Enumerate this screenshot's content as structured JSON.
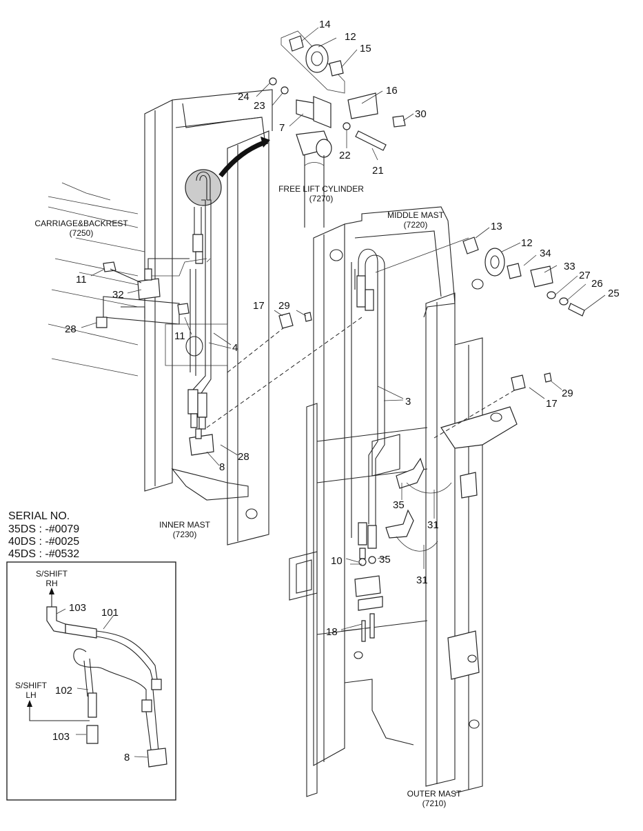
{
  "section_labels": {
    "free_lift_cylinder": "FREE LIFT CYLINDER",
    "free_lift_cylinder_code": "(7270)",
    "carriage_backrest": "CARRIAGE&BACKREST",
    "carriage_backrest_code": "(7250)",
    "middle_mast": "MIDDLE MAST",
    "middle_mast_code": "(7220)",
    "inner_mast": "INNER MAST",
    "inner_mast_code": "(7230)",
    "outer_mast": "OUTER MAST",
    "outer_mast_code": "(7210)"
  },
  "serial": {
    "title": "SERIAL NO.",
    "lines": [
      "35DS : -#0079",
      "40DS : -#0025",
      "45DS : -#0532"
    ]
  },
  "inset": {
    "rh_line1": "S/SHIFT",
    "rh_line2": "RH",
    "lh_line1": "S/SHIFT",
    "lh_line2": "LH"
  },
  "callouts": {
    "c14": "14",
    "c12a": "12",
    "c15": "15",
    "c24": "24",
    "c23": "23",
    "c16": "16",
    "c30": "30",
    "c7": "7",
    "c22": "22",
    "c21": "21",
    "c13": "13",
    "c12b": "12",
    "c34": "34",
    "c33": "33",
    "c27": "27",
    "c26": "26",
    "c25": "25",
    "c11a": "11",
    "c32": "32",
    "c28a": "28",
    "c11b": "11",
    "c17a": "17",
    "c29a": "29",
    "c4": "4",
    "c3": "3",
    "c28b": "28",
    "c8a": "8",
    "c29b": "29",
    "c17b": "17",
    "c35a": "35",
    "c31a": "31",
    "c10": "10",
    "c35b": "35",
    "c31b": "31",
    "c18": "18",
    "c103a": "103",
    "c101": "101",
    "c102": "102",
    "c103b": "103",
    "c8b": "8"
  }
}
